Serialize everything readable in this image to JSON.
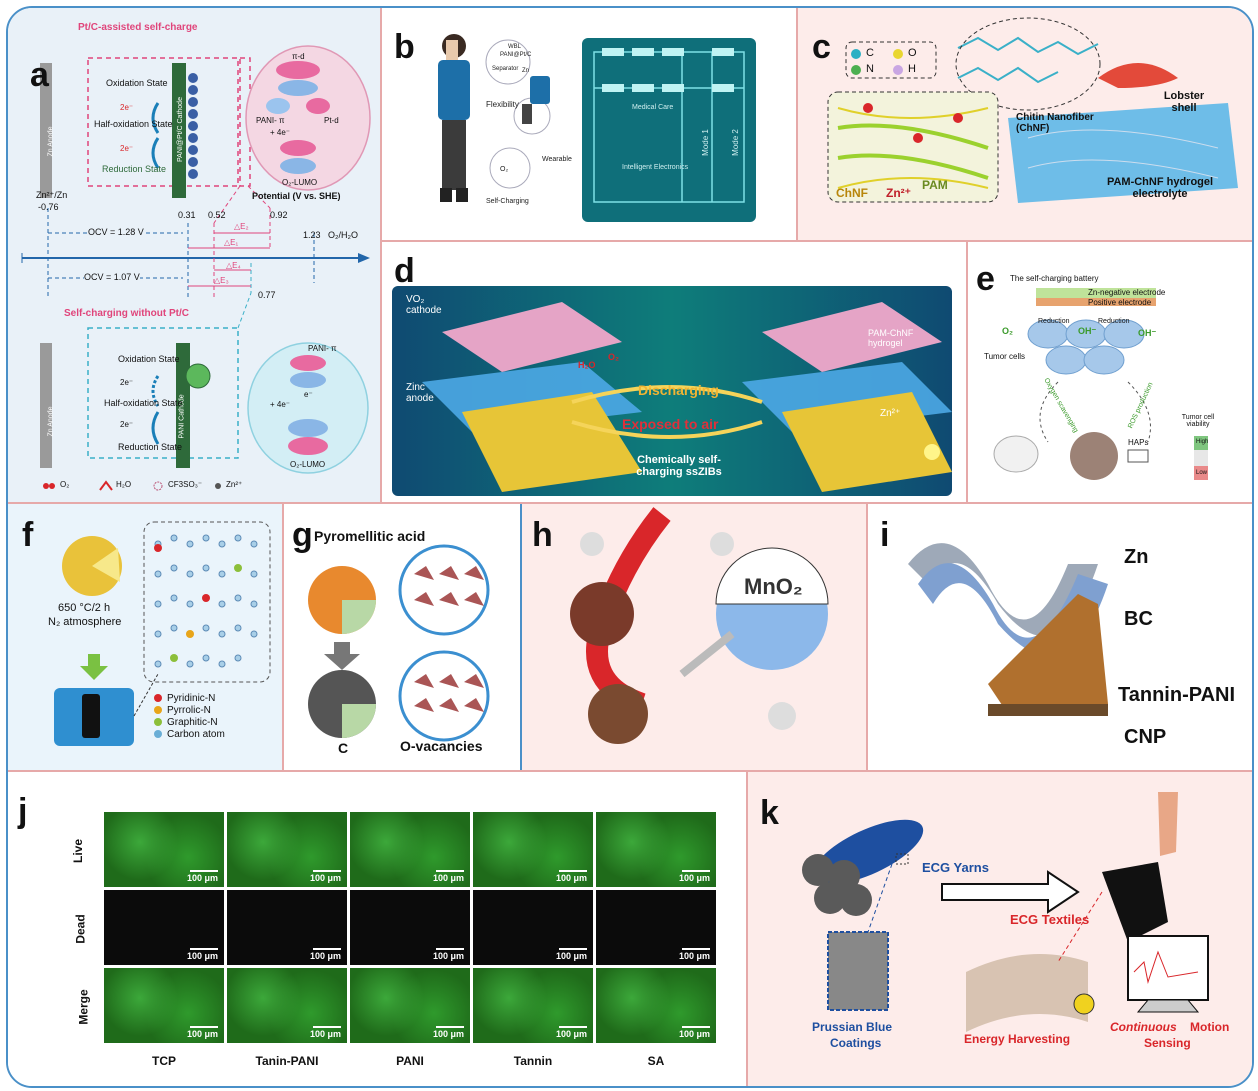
{
  "labels": {
    "a": "a",
    "b": "b",
    "c": "c",
    "d": "d",
    "e": "e",
    "f": "f",
    "g": "g",
    "h": "h",
    "i": "i",
    "j": "j",
    "k": "k"
  },
  "panel_a": {
    "title_top": "Pt/C-assisted self-charge",
    "title_bottom": "Self-charging without Pt/C",
    "zn_anode": "Zn Anode",
    "cathode_top": "PANI@Pt/C Cathode",
    "cathode_bottom": "PANI Cathode",
    "oxidation": "Oxidation State",
    "half_oxidation": "Half-oxidation State",
    "reduction": "Reduction State",
    "two_e": "2e⁻",
    "four_e": "+ 4e⁻",
    "e_minus": "e⁻",
    "pi_d": "π-d",
    "pani_pi": "PANI- π",
    "pt_d": "Pt-d",
    "o2_lumo": "O₂-LUMO",
    "potential": "Potential (V vs. SHE)",
    "zn_couple": "Zn²⁺/Zn",
    "v_neg076": "-0.76",
    "v031": "0.31",
    "v052": "0.52",
    "v092": "0.92",
    "v123": "1.23",
    "v077": "0.77",
    "o2h2o": "O₂/H₂O",
    "ocv1": "OCV = 1.28 V",
    "ocv2": "OCV = 1.07 V",
    "de1": "△E₁",
    "de2": "△E₂",
    "de3": "△E₃",
    "de4": "△E₄",
    "legend": [
      "O₂",
      "H₂O",
      "CF3SO₃⁻",
      "Zn²⁺"
    ]
  },
  "panel_b": {
    "wbl": "WBL",
    "pani_ptc": "PANI@Pt/C",
    "separator": "Separator",
    "zn": "Zn",
    "flexibility": "Flexibility",
    "wearable": "Wearable",
    "o2": "O₂",
    "self_charging": "Self-Charging",
    "medical_care": "Medical Care",
    "intelligent": "Intelligent Electronics",
    "mode1": "Mode 1",
    "mode2": "Mode 2"
  },
  "panel_c": {
    "legend": [
      "C",
      "O",
      "N",
      "H"
    ],
    "chnf_title": "Chitin Nanofiber (ChNF)",
    "lobster": "Lobster shell",
    "chnf": "ChNF",
    "zn2": "Zn²⁺",
    "pam": "PAM",
    "hydrogel": "PAM-ChNF hydrogel electrolyte"
  },
  "panel_d": {
    "vo2": "VO₂ cathode",
    "zinc": "Zinc anode",
    "discharging": "Discharging",
    "exposed": "Exposed to air",
    "hydrogel": "PAM-ChNF hydrogel",
    "zn2": "Zn²⁺",
    "chem": "Chemically self-charging ssZIBs",
    "h2o": "H₂O",
    "o2": "O₂"
  },
  "panel_e": {
    "battery": "The self-charging battery",
    "neg": "Zn-negative electrode",
    "pos": "Positive electrode",
    "o2": "O₂",
    "oh1": "OH⁻",
    "oh2": "OH⁻",
    "reduction1": "Reduction",
    "reduction2": "Reduction",
    "tumor": "Tumor cells",
    "scavenging": "Oxygen scavenging",
    "ros": "ROS production",
    "haps": "HAPs",
    "viability": "Tumor cell viability",
    "high": "High",
    "low": "Low"
  },
  "panel_f": {
    "condition1": "650 °C/2 h",
    "condition2": "N₂ atmosphere",
    "legend": [
      "Pyridinic-N",
      "Pyrrolic-N",
      "Graphitic-N",
      "Carbon atom"
    ],
    "legend_colors": [
      "#d9262a",
      "#e8a51a",
      "#8cbf3a",
      "#6aaed6"
    ]
  },
  "panel_g": {
    "acid": "Pyromellitic acid",
    "c": "C",
    "ovac": "O-vacancies"
  },
  "panel_h": {
    "mno2": "MnO₂"
  },
  "panel_i": {
    "layers": [
      "Zn",
      "BC",
      "Tannin-PANI",
      "CNP"
    ]
  },
  "panel_j": {
    "rows": [
      "Live",
      "Dead",
      "Merge"
    ],
    "cols": [
      "TCP",
      "Tanin-PANI",
      "PANI",
      "Tannin",
      "SA"
    ],
    "scale": "100 μm"
  },
  "panel_k": {
    "yarns": "ECG Yarns",
    "textiles": "ECG Textiles",
    "coatings1": "Prussian Blue",
    "coatings2": "Coatings",
    "energy": "Energy Harvesting",
    "continuous": "Continuous",
    "motion1": "Motion",
    "motion2": "Sensing"
  }
}
